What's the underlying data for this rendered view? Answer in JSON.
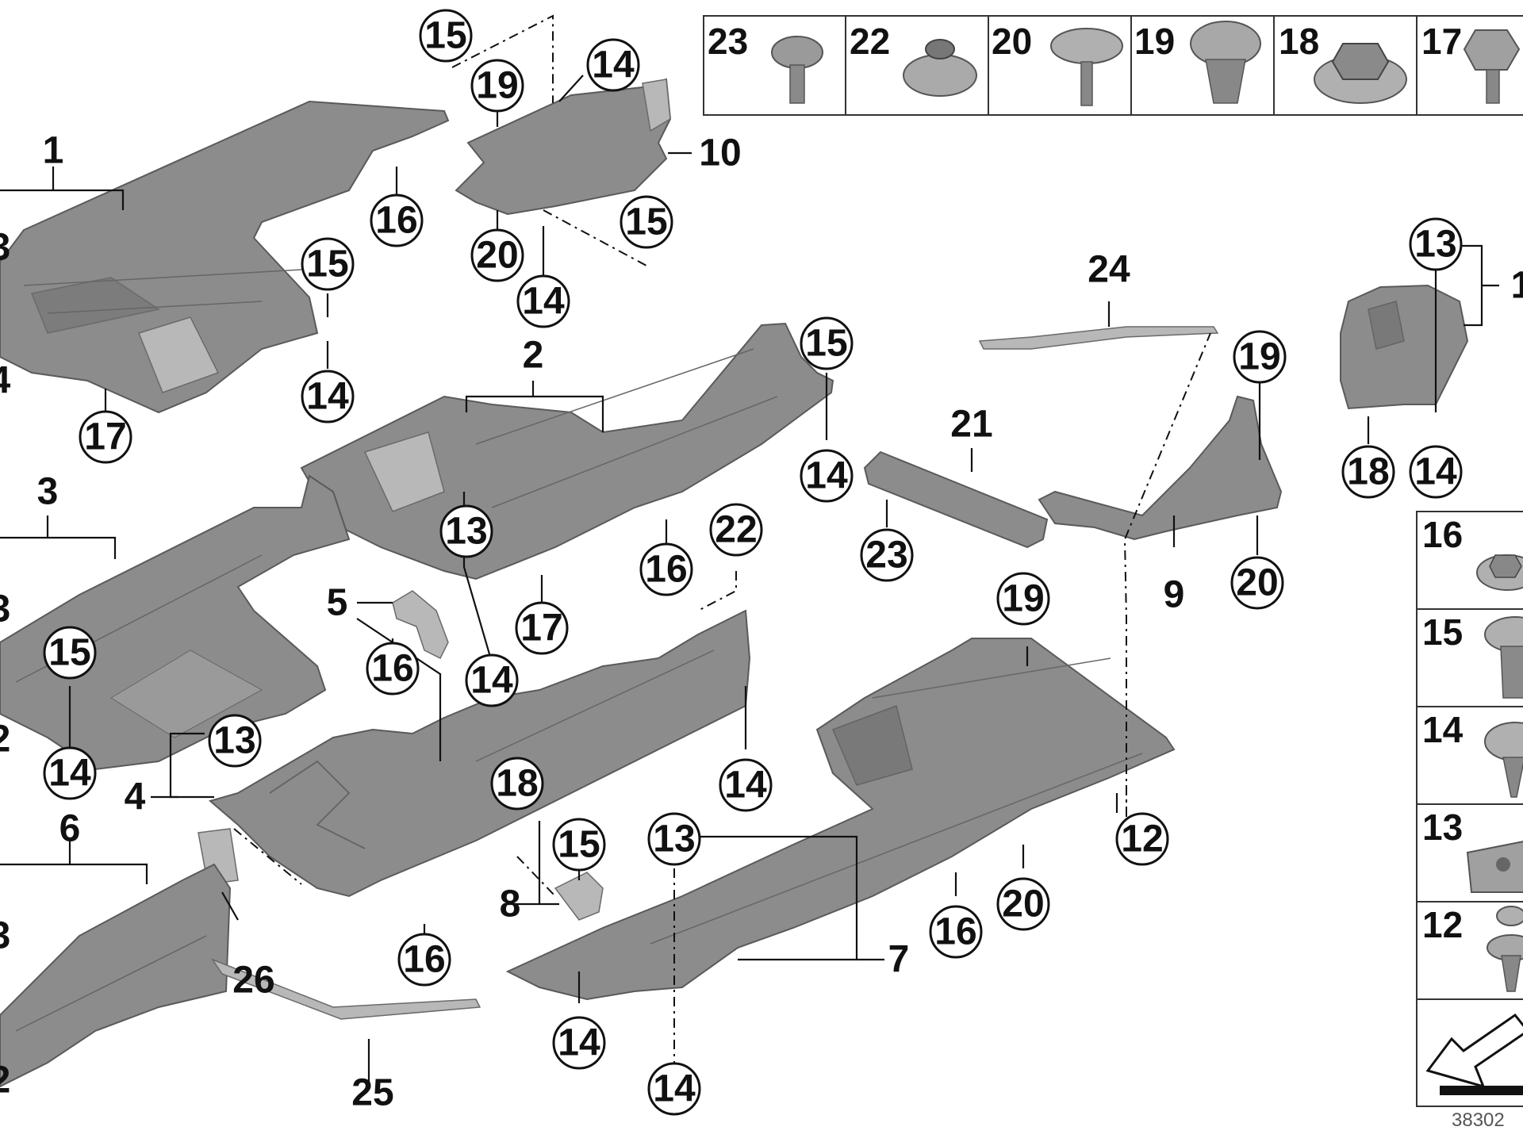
{
  "diagram": {
    "callouts": [
      {
        "label": "15"
      },
      {
        "label": "14"
      },
      {
        "label": "19"
      },
      {
        "label": "16"
      },
      {
        "label": "15"
      },
      {
        "label": "14"
      },
      {
        "label": "17"
      },
      {
        "label": "20"
      },
      {
        "label": "14"
      },
      {
        "label": "15"
      },
      {
        "label": "15"
      },
      {
        "label": "14"
      },
      {
        "label": "13"
      },
      {
        "label": "17"
      },
      {
        "label": "16"
      },
      {
        "label": "14"
      },
      {
        "label": "22"
      },
      {
        "label": "15"
      },
      {
        "label": "14"
      },
      {
        "label": "13"
      },
      {
        "label": "16"
      },
      {
        "label": "14"
      },
      {
        "label": "14"
      },
      {
        "label": "16"
      },
      {
        "label": "18"
      },
      {
        "label": "15"
      },
      {
        "label": "13"
      },
      {
        "label": "14"
      },
      {
        "label": "14"
      },
      {
        "label": "19"
      },
      {
        "label": "12"
      },
      {
        "label": "20"
      },
      {
        "label": "16"
      },
      {
        "label": "19"
      },
      {
        "label": "20"
      },
      {
        "label": "23"
      },
      {
        "label": "13"
      },
      {
        "label": "18"
      },
      {
        "label": "14"
      }
    ],
    "plain_labels": [
      {
        "label": "1"
      },
      {
        "label": "10"
      },
      {
        "label": "2"
      },
      {
        "label": "3"
      },
      {
        "label": "5"
      },
      {
        "label": "4"
      },
      {
        "label": "6"
      },
      {
        "label": "26"
      },
      {
        "label": "8"
      },
      {
        "label": "7"
      },
      {
        "label": "25"
      },
      {
        "label": "24"
      },
      {
        "label": "21"
      },
      {
        "label": "9"
      }
    ],
    "edge_labels": [
      {
        "label": "3"
      },
      {
        "label": "4"
      },
      {
        "label": "3"
      },
      {
        "label": "2"
      },
      {
        "label": "3"
      },
      {
        "label": "2"
      },
      {
        "label": "1"
      }
    ],
    "fastener_header": {
      "cells": [
        {
          "label": "23",
          "icon": "torx-screw-icon"
        },
        {
          "label": "22",
          "icon": "flange-nut-icon"
        },
        {
          "label": "20",
          "icon": "washer-screw-icon"
        },
        {
          "label": "19",
          "icon": "clip-nut-icon"
        },
        {
          "label": "18",
          "icon": "hex-collar-nut-icon"
        },
        {
          "label": "17",
          "icon": "hex-bolt-icon"
        }
      ]
    },
    "fastener_column": {
      "cells": [
        {
          "label": "16",
          "icon": "hex-nut-icon"
        },
        {
          "label": "15",
          "icon": "expansion-rivet-icon"
        },
        {
          "label": "14",
          "icon": "push-rivet-icon"
        },
        {
          "label": "13",
          "icon": "spring-clip-nut-icon"
        },
        {
          "label": "12",
          "icon": "plastic-rivet-icon"
        }
      ]
    },
    "reference_code": "38302"
  }
}
